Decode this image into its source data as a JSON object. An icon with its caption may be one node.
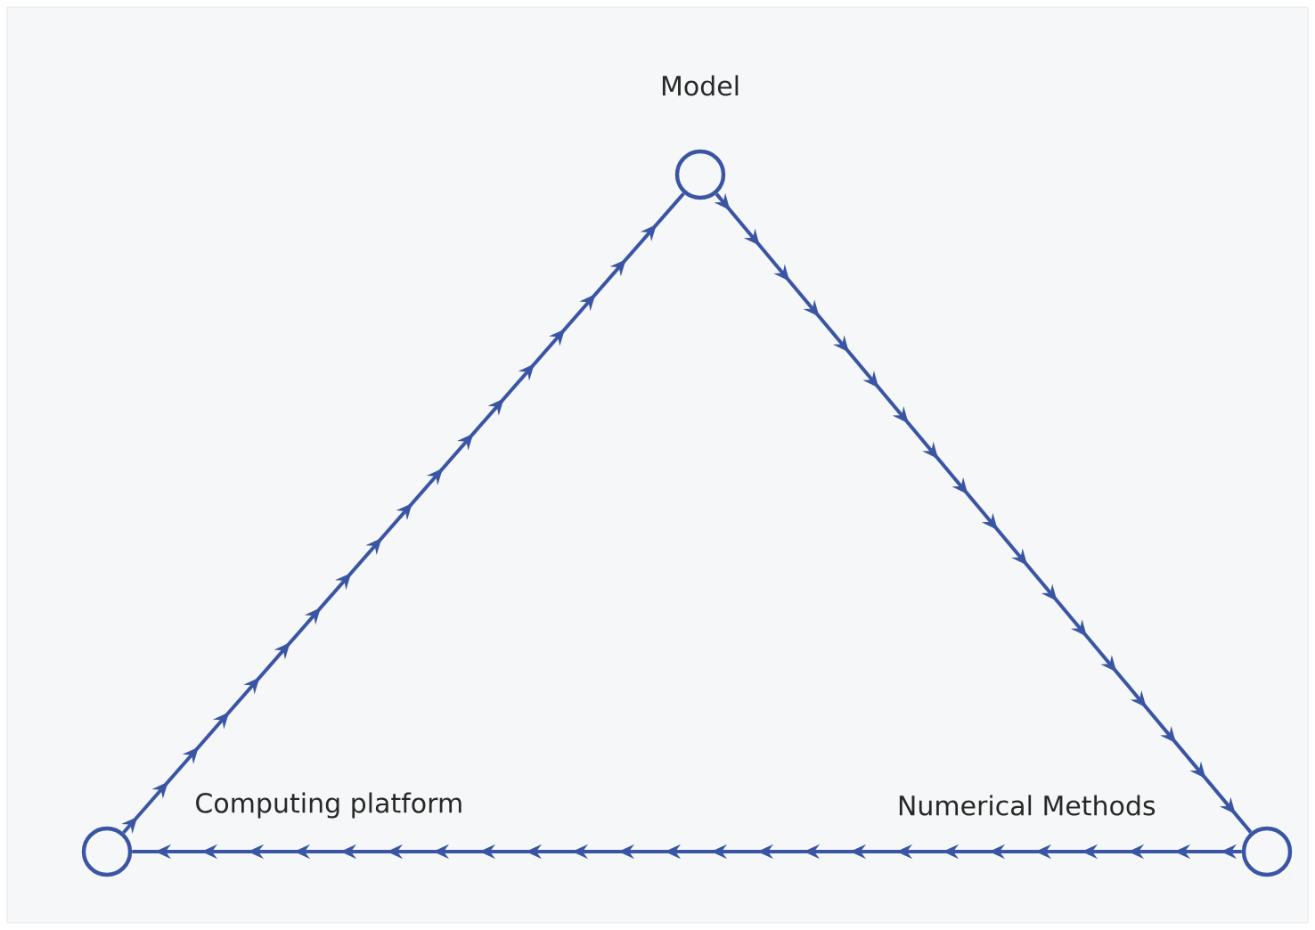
{
  "diagram": {
    "nodes": [
      {
        "text": [
          "Model"
        ]
      },
      {
        "text": [
          "Numerical Methods"
        ]
      },
      {
        "text": [
          "Computing platform"
        ]
      }
    ],
    "edges": [
      {
        "from": 0,
        "to": 1,
        "arrow": "to"
      },
      {
        "from": 1,
        "to": 2,
        "arrow": "to"
      },
      {
        "from": 2,
        "to": 0,
        "arrow": "to"
      }
    ]
  }
}
